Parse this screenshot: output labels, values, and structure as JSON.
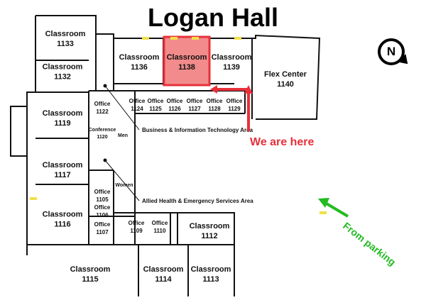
{
  "map": {
    "title": "Logan Hall",
    "you_are_here": "We are here",
    "from_parking": "From parking",
    "compass_letter": "N",
    "highlight_color": "#f28b8b",
    "marker_color": "#e8303a",
    "parking_color": "#22bb22"
  },
  "rooms": [
    {
      "id": "c1133",
      "label": "Classroom",
      "number": "1133"
    },
    {
      "id": "c1132",
      "label": "Classroom",
      "number": "1132"
    },
    {
      "id": "c1136",
      "label": "Classroom",
      "number": "1136"
    },
    {
      "id": "c1138",
      "label": "Classroom",
      "number": "1138",
      "highlighted": true
    },
    {
      "id": "c1139",
      "label": "Classroom",
      "number": "1139"
    },
    {
      "id": "fc1140",
      "label": "Flex Center",
      "number": "1140"
    },
    {
      "id": "o1122",
      "label": "Office",
      "number": "1122"
    },
    {
      "id": "o1124",
      "label": "Office",
      "number": "1124"
    },
    {
      "id": "o1125",
      "label": "Office",
      "number": "1125"
    },
    {
      "id": "o1126",
      "label": "Office",
      "number": "1126"
    },
    {
      "id": "o1127",
      "label": "Office",
      "number": "1127"
    },
    {
      "id": "o1128",
      "label": "Office",
      "number": "1128"
    },
    {
      "id": "o1129",
      "label": "Office",
      "number": "1129"
    },
    {
      "id": "c1119",
      "label": "Classroom",
      "number": "1119"
    },
    {
      "id": "conf1120",
      "label": "Conference",
      "number": "1120"
    },
    {
      "id": "men",
      "label": "Men",
      "number": ""
    },
    {
      "id": "c1117",
      "label": "Classroom",
      "number": "1117"
    },
    {
      "id": "women",
      "label": "Women",
      "number": ""
    },
    {
      "id": "o1105",
      "label": "Office",
      "number": "1105"
    },
    {
      "id": "o1106",
      "label": "Office",
      "number": "1106"
    },
    {
      "id": "o1107",
      "label": "Office",
      "number": "1107"
    },
    {
      "id": "c1116",
      "label": "Classroom",
      "number": "1116"
    },
    {
      "id": "o1109",
      "label": "Office",
      "number": "1109"
    },
    {
      "id": "o1110",
      "label": "Office",
      "number": "1110"
    },
    {
      "id": "c1112",
      "label": "Classroom",
      "number": "1112"
    },
    {
      "id": "c1115",
      "label": "Classroom",
      "number": "1115"
    },
    {
      "id": "c1114",
      "label": "Classroom",
      "number": "1114"
    },
    {
      "id": "c1113",
      "label": "Classroom",
      "number": "1113"
    }
  ],
  "areas": [
    {
      "id": "bit",
      "label": "Business & Information Technology Area"
    },
    {
      "id": "ahes",
      "label": "Allied Health & Emergency Services Area"
    }
  ]
}
